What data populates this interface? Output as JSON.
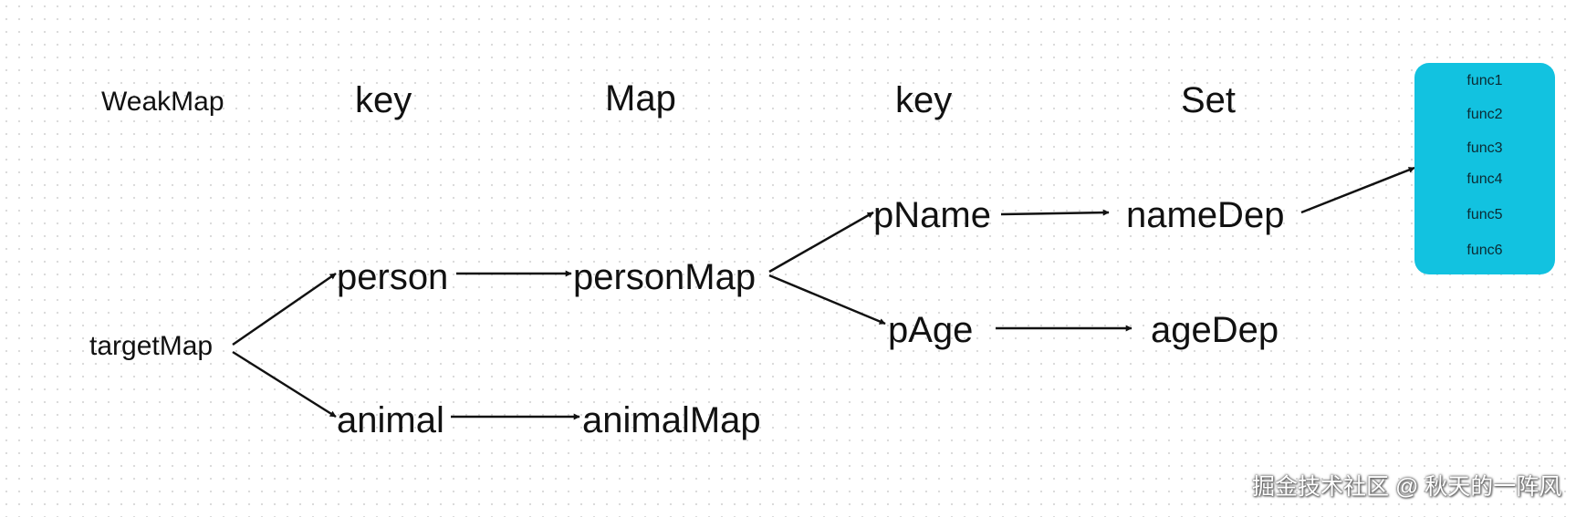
{
  "headers": {
    "weakmap": "WeakMap",
    "key1": "key",
    "map": "Map",
    "key2": "key",
    "set": "Set"
  },
  "nodes": {
    "targetMap": "targetMap",
    "person": "person",
    "animal": "animal",
    "personMap": "personMap",
    "animalMap": "animalMap",
    "pName": "pName",
    "pAge": "pAge",
    "nameDep": "nameDep",
    "ageDep": "ageDep"
  },
  "funcs": [
    "func1",
    "func2",
    "func3",
    "func4",
    "func5",
    "func6"
  ],
  "watermark": "掘金技术社区 @ 秋天的一阵风",
  "colors": {
    "set_box": "#12c2e0",
    "arrow": "#111111"
  }
}
